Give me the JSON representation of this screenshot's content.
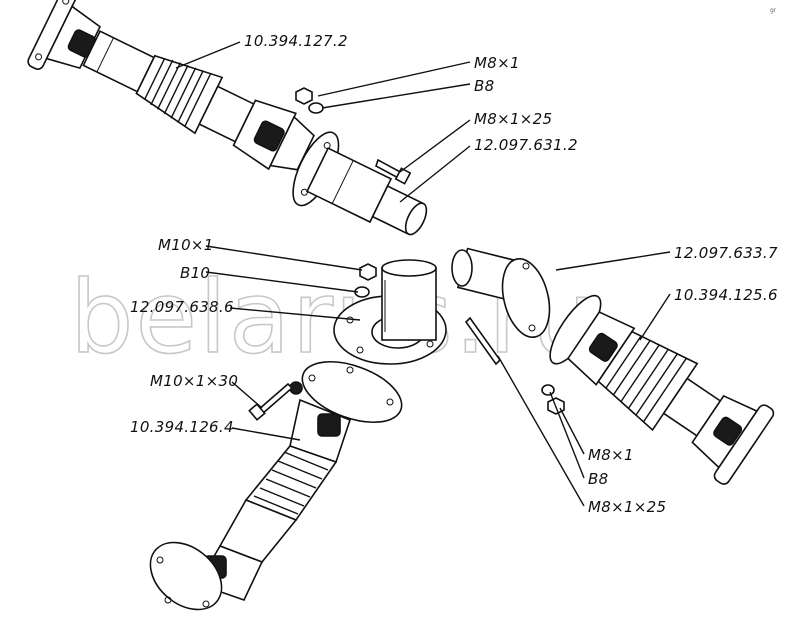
{
  "watermark": "belarus.ru",
  "corner_mark": "gr",
  "labels": {
    "shaft_upper": "10.394.127.2",
    "nut_upper": "M8×1",
    "washer_upper": "B8",
    "bolt_upper": "M8×1×25",
    "flange_upper": "12.097.631.2",
    "nut_m10": "M10×1",
    "washer_b10": "B10",
    "flange_mid": "12.097.638.6",
    "flange_right": "12.097.633.7",
    "shaft_right": "10.394.125.6",
    "bolt_m10": "M10×1×30",
    "shaft_lower": "10.394.126.4",
    "nut_lower": "M8×1",
    "washer_lower": "B8",
    "bolt_lower": "M8×1×25"
  }
}
